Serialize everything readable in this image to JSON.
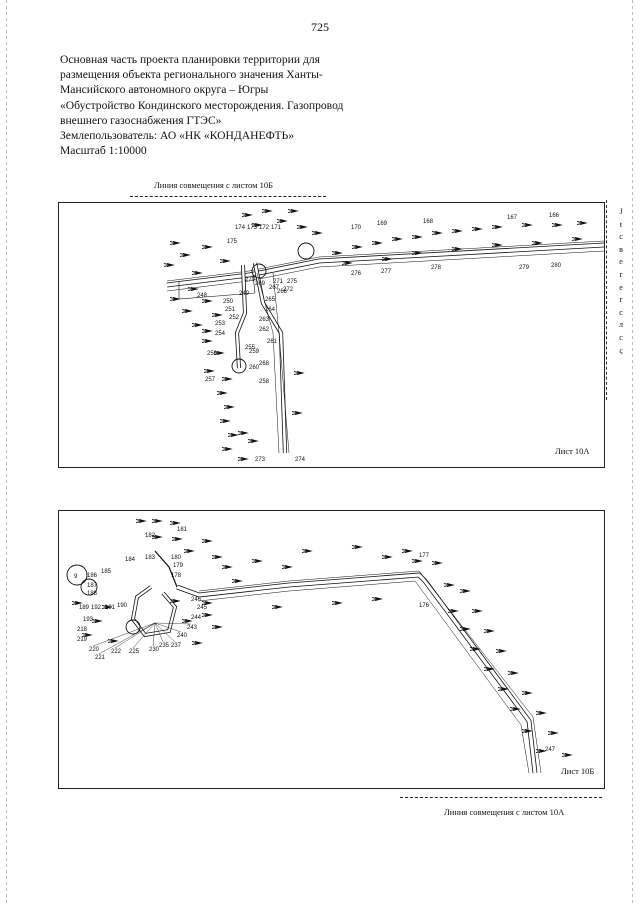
{
  "page_number": "725",
  "header_lines": [
    "Основная часть проекта планировки территории для",
    "размещения объекта регионального значения Ханты-",
    "Мансийского автономного округа – Югры",
    "«Обустройство Кондинского месторождения. Газопровод",
    "внешнего газоснабжения ГТЭС»",
    "Землепользователь: АО «НК «КОНДАНЕФТЬ»",
    "Масштаб 1:10000"
  ],
  "sheet_a": {
    "match_line_label": "Линия совмещения с листом 10Б",
    "sheet_label": "Лист 10А",
    "point_labels": [
      "174",
      "173",
      "172",
      "171",
      "175",
      "170",
      "169",
      "168",
      "167",
      "166",
      "276",
      "277",
      "278",
      "279",
      "280",
      "275",
      "272",
      "267",
      "248",
      "249",
      "250",
      "251",
      "252",
      "253",
      "254",
      "255",
      "256",
      "257",
      "258",
      "259",
      "260",
      "261",
      "262",
      "263",
      "264",
      "265",
      "266",
      "268",
      "269",
      "270",
      "271",
      "273",
      "274"
    ]
  },
  "sheet_b": {
    "match_line_label": "Линия совмещения с листом 10А",
    "sheet_label": "Лист 10Б",
    "circle_number": "9",
    "point_labels": [
      "182",
      "181",
      "184",
      "183",
      "180",
      "179",
      "178",
      "177",
      "186",
      "185",
      "187",
      "188",
      "189",
      "192",
      "191",
      "190",
      "193",
      "218",
      "219",
      "220",
      "221",
      "222",
      "225",
      "230",
      "235",
      "237",
      "240",
      "243",
      "244",
      "245",
      "246",
      "176",
      "247"
    ]
  },
  "side_column_text": [
    "Ј",
    "ŧ",
    "с",
    "в",
    "е",
    "г",
    "е",
    "г",
    "с",
    "л",
    "с",
    "ς"
  ]
}
